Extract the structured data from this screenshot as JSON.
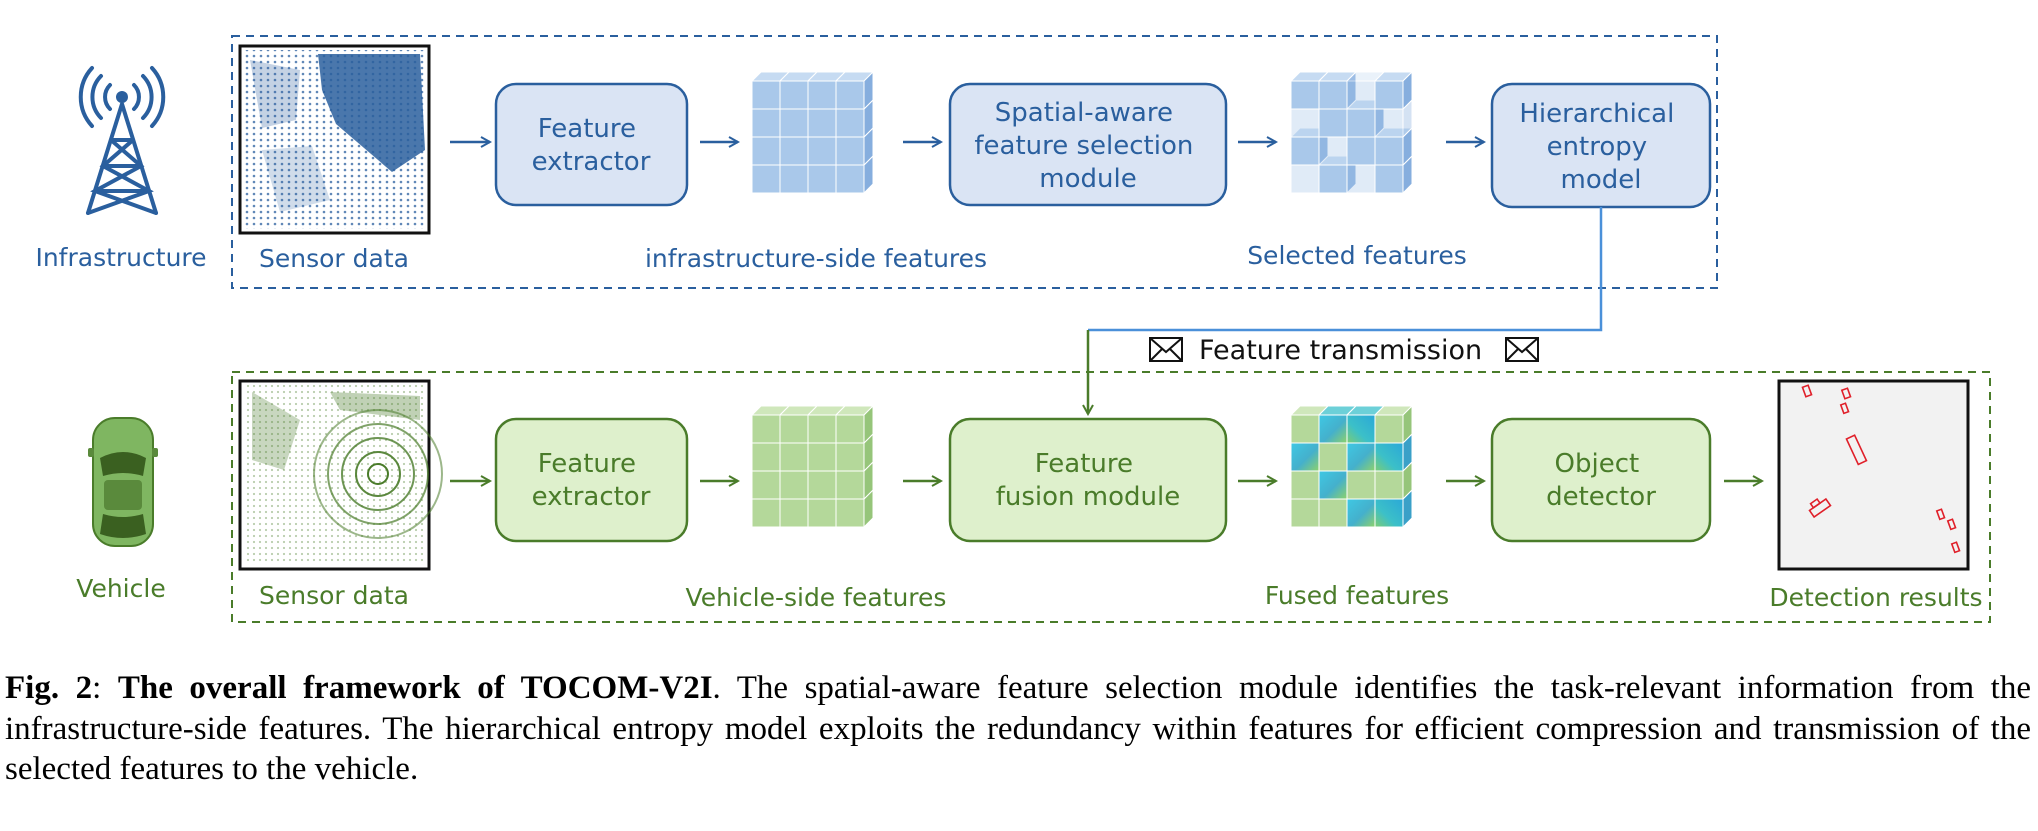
{
  "infrastructure": {
    "row_label": "Infrastructure",
    "sensor_caption": "Sensor data",
    "extractor": [
      "Feature",
      "extractor"
    ],
    "features_caption": "infrastructure-side features",
    "selection_module": [
      "Spatial-aware",
      "feature selection",
      "module"
    ],
    "selected_caption": "Selected features",
    "entropy_model": [
      "Hierarchical",
      "entropy",
      "model"
    ]
  },
  "transmission": {
    "label": "Feature transmission",
    "icon": "envelope-icon"
  },
  "vehicle": {
    "row_label": "Vehicle",
    "sensor_caption": "Sensor data",
    "extractor": [
      "Feature",
      "extractor"
    ],
    "features_caption": "Vehicle-side features",
    "fusion_module": [
      "Feature",
      "fusion module"
    ],
    "fused_caption": "Fused features",
    "detector": [
      "Object",
      "detector"
    ],
    "results_caption": "Detection results"
  },
  "caption": {
    "fig_label": "Fig. 2",
    "separator": ": ",
    "title": "The overall framework of TOCOM-V2I",
    "body": ". The spatial-aware feature selection module identifies the task-relevant information from the infrastructure-side features. The hierarchical entropy model exploits the redundancy within features for efficient compression and transmission of the selected features to the vehicle."
  },
  "colors": {
    "blue_dark": "#2a5f9e",
    "blue_fill": "#dae4f4",
    "green_dark": "#4a7c2a",
    "green_fill": "#def0cc",
    "detection_box": "#e0202a"
  }
}
